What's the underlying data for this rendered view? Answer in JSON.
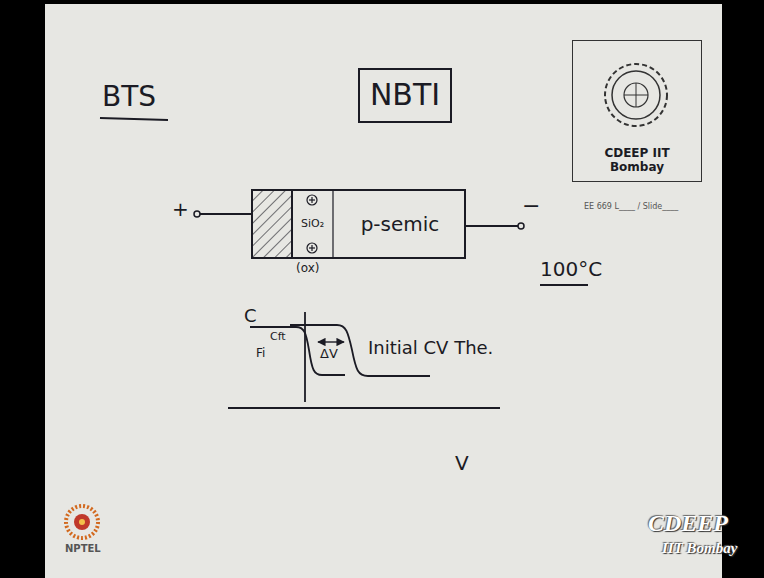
{
  "diagram": {
    "nodes": [
      {
        "text": [
          "NBTI"
        ]
      },
      {
        "text": [
          "SiO₂"
        ]
      },
      {
        "text": [
          "p-semic"
        ]
      },
      {
        "text": [
          "CDEEP IIT Bombay"
        ]
      }
    ],
    "labels": [
      "BTS",
      "+",
      "−",
      "(ox)",
      "100°C",
      "C",
      "Cft",
      "Fi",
      "ΔV",
      "Initial CV The.",
      "V",
      "EE 669 L____ / Slide____",
      "NPTEL",
      "CDEEP",
      "IIT Bombay"
    ]
  }
}
